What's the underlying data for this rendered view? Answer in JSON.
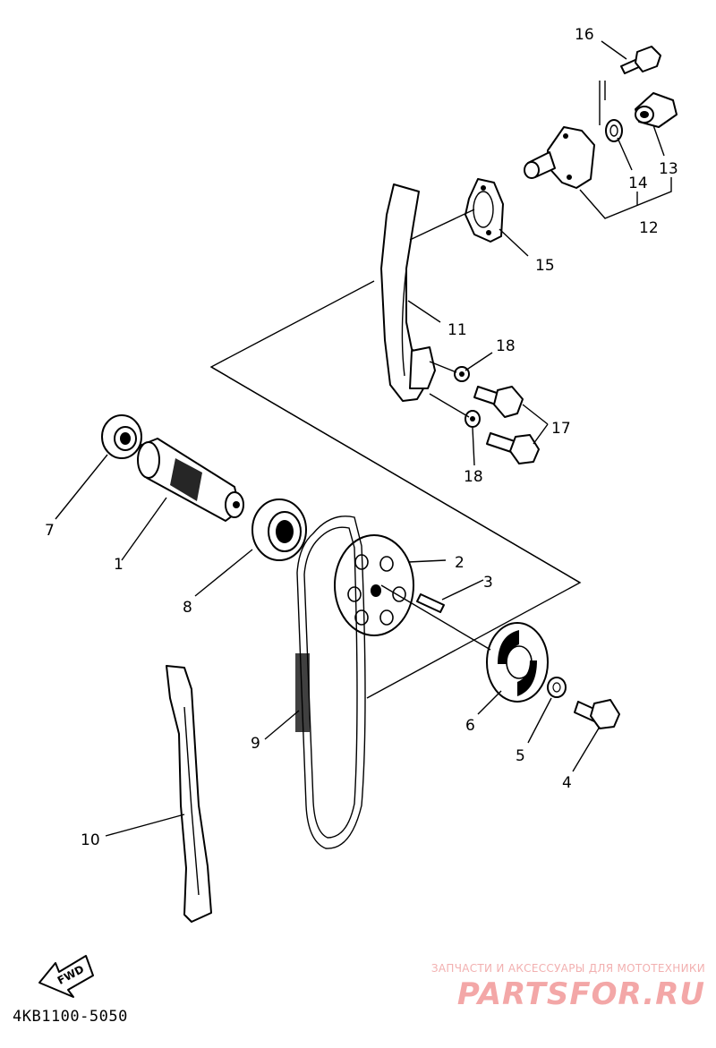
{
  "diagram": {
    "code": "4KB1100-5050",
    "fwd_label": "FWD",
    "callouts": [
      "1",
      "2",
      "3",
      "4",
      "5",
      "6",
      "7",
      "8",
      "9",
      "10",
      "11",
      "12",
      "13",
      "14",
      "15",
      "16",
      "17",
      "18",
      "18"
    ]
  },
  "watermark": {
    "tagline": "ЗАПЧАСТИ И АКСЕССУАРЫ ДЛЯ МОТОТЕХНИКИ",
    "brand": "PARTSFOR.RU"
  }
}
